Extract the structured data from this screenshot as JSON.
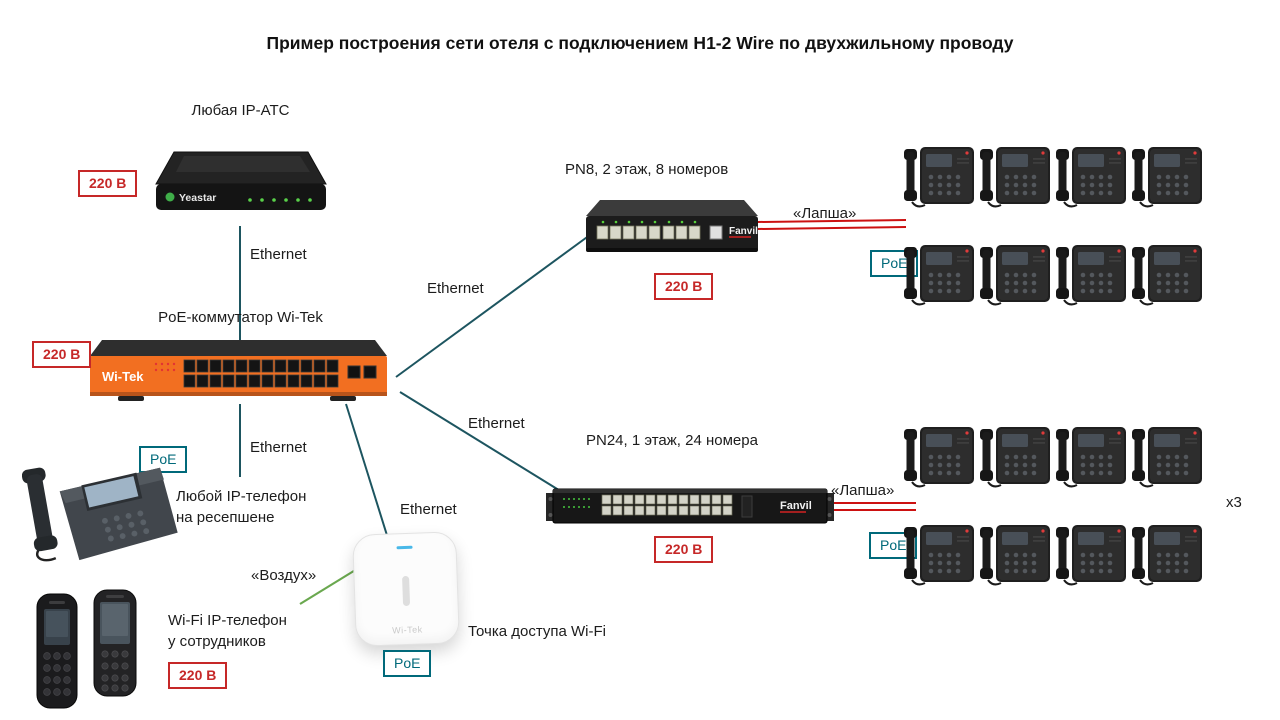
{
  "title": "Пример построения сети отеля с подключением H1-2 Wire по двухжильному проводу",
  "labels": {
    "pbx": "Любая IP-АТС",
    "core_switch": "PoE-коммутатор Wi-Tek",
    "pn8": "PN8, 2 этаж, 8 номеров",
    "pn24": "PN24, 1 этаж, 24 номера",
    "reception_line1": "Любой IP-телефон",
    "reception_line2": "на ресепшене",
    "wifi_phones_line1": "Wi-Fi IP-телефон",
    "wifi_phones_line2": "у сотрудников",
    "ap": "Точка доступа Wi-Fi",
    "ethernet": "Ethernet",
    "lapsha": "«Лапша»",
    "vozduh": "«Воздух»",
    "multiplier": "x3"
  },
  "badges": {
    "power": "220 В",
    "poe": "PoE"
  },
  "brands": {
    "pbx": "Yeastar",
    "core": "Wi-Tek",
    "pn8": "Fanvil",
    "pn24": "Fanvil",
    "ap": "Wi-Tek"
  },
  "colors": {
    "power_badge": "#c62828",
    "poe_badge": "#00697a",
    "ethernet_line": "#1d5560",
    "lapsha_line": "#cc1111",
    "vozduh_line": "#6aa84f",
    "core_switch_body": "#f26f21"
  }
}
